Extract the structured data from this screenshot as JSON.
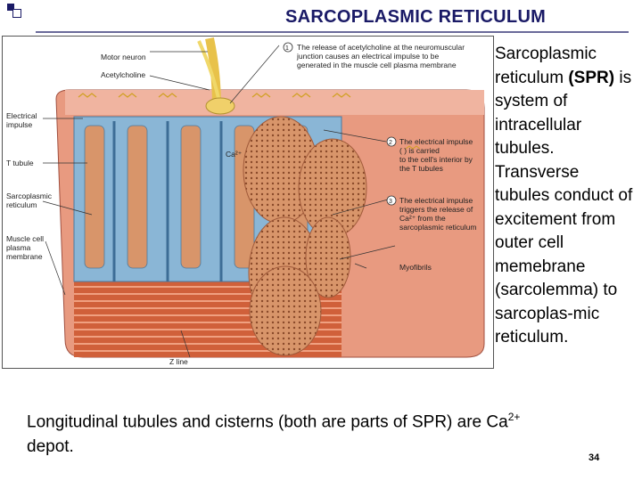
{
  "slide": {
    "title": "SARCOPLASMIC RETICULUM",
    "page_number": "34"
  },
  "figure": {
    "labels": {
      "motor_neuron": "Motor neuron",
      "acetylcholine": "Acetylcholine",
      "electrical_impulse_1": "Electrical",
      "electrical_impulse_2": "impulse",
      "t_tubule": "T tubule",
      "sr_1": "Sarcoplasmic",
      "sr_2": "reticulum",
      "muscle_membrane_1": "Muscle cell",
      "muscle_membrane_2": "plasma",
      "muscle_membrane_3": "membrane",
      "myofibrils": "Myofibrils",
      "z_line": "Z line",
      "ca": "Ca²⁺"
    },
    "steps": [
      {
        "num": "1",
        "lines": [
          "The release of acetylcholine at the neuromuscular",
          "junction causes an electrical impulse to be",
          "generated in the muscle cell plasma membrane"
        ]
      },
      {
        "num": "2",
        "lines": [
          "The electrical impulse",
          "(          ) is carried",
          "to the cell's interior by",
          "the T tubules"
        ]
      },
      {
        "num": "3",
        "lines": [
          "The electrical impulse",
          "triggers the release of",
          "Ca²⁺ from the",
          "sarcoplasmic reticulum"
        ]
      }
    ]
  },
  "side_text": {
    "part1": "Sarcoplasmic reticulum ",
    "bold": "(SPR)",
    "part2": " is system of intracellular tubules. Transverse tubules conduct of excitement from outer cell memebrane (sarcolemma) to sarcoplas-mic reticulum."
  },
  "bottom_text": {
    "main": "Longitudinal tubules and cisterns (both are parts of SPR) are Ca",
    "superscript": "2+",
    "end": "depot."
  }
}
